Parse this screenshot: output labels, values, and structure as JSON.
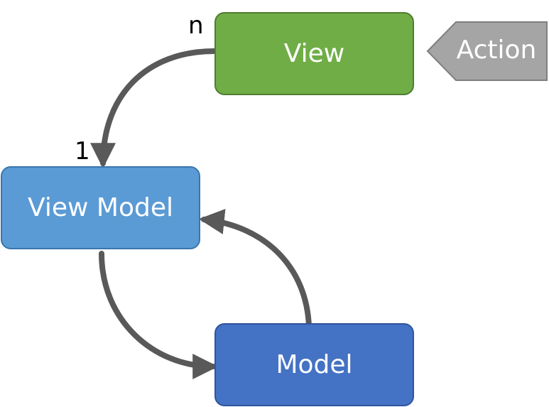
{
  "colors": {
    "view": "#70ad47",
    "view_model": "#5b9bd5",
    "model": "#4472c4",
    "action": "#a5a5a5",
    "arrow": "#595959"
  },
  "nodes": {
    "view": "View",
    "view_model": "View Model",
    "model": "Model"
  },
  "action": {
    "label": "Action"
  },
  "multiplicity": {
    "top": "n",
    "bottom": "1"
  }
}
